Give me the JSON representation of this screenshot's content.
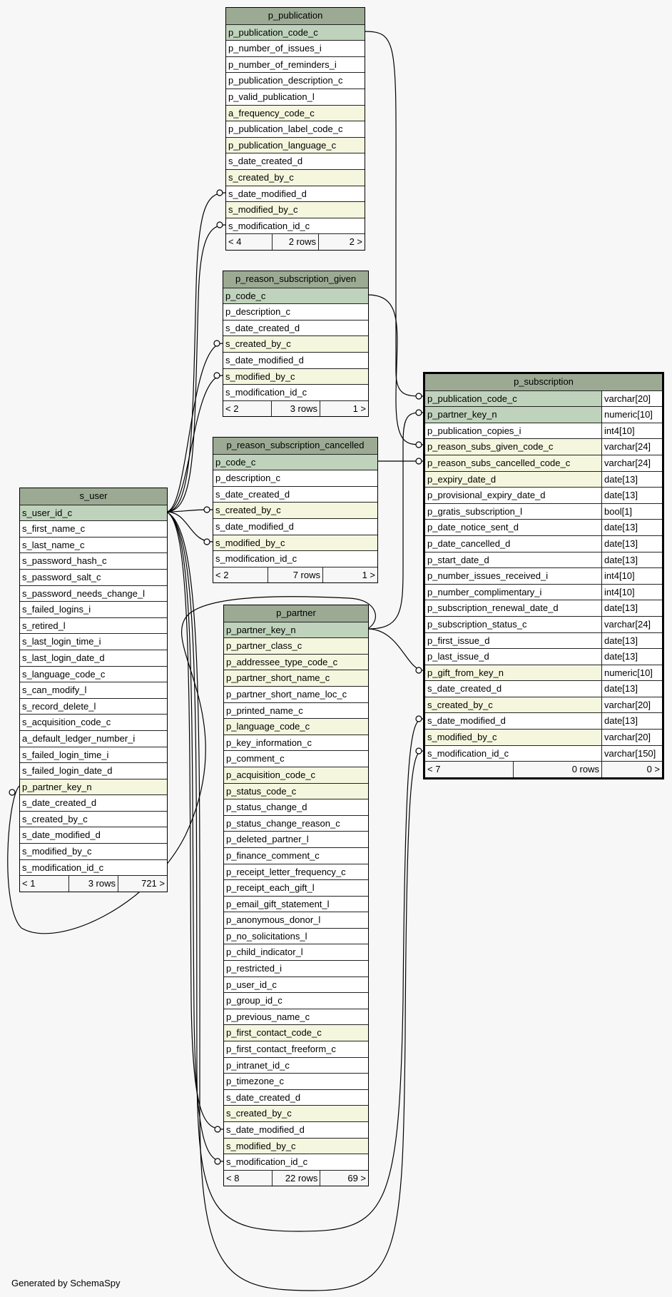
{
  "tables": [
    {
      "name": "p_publication",
      "columns": [
        {
          "name": "p_publication_code_c",
          "kind": "pk"
        },
        {
          "name": "p_number_of_issues_i"
        },
        {
          "name": "p_number_of_reminders_i"
        },
        {
          "name": "p_publication_description_c"
        },
        {
          "name": "p_valid_publication_l"
        },
        {
          "name": "a_frequency_code_c",
          "kind": "fk"
        },
        {
          "name": "p_publication_label_code_c"
        },
        {
          "name": "p_publication_language_c",
          "kind": "fk"
        },
        {
          "name": "s_date_created_d"
        },
        {
          "name": "s_created_by_c",
          "kind": "fk"
        },
        {
          "name": "s_date_modified_d"
        },
        {
          "name": "s_modified_by_c",
          "kind": "fk"
        },
        {
          "name": "s_modification_id_c"
        }
      ],
      "footer": {
        "left": "< 4",
        "mid": "2 rows",
        "right": "2 >"
      }
    },
    {
      "name": "p_reason_subscription_given",
      "columns": [
        {
          "name": "p_code_c",
          "kind": "pk"
        },
        {
          "name": "p_description_c"
        },
        {
          "name": "s_date_created_d"
        },
        {
          "name": "s_created_by_c",
          "kind": "fk"
        },
        {
          "name": "s_date_modified_d"
        },
        {
          "name": "s_modified_by_c",
          "kind": "fk"
        },
        {
          "name": "s_modification_id_c"
        }
      ],
      "footer": {
        "left": "< 2",
        "mid": "3 rows",
        "right": "1 >"
      }
    },
    {
      "name": "p_reason_subscription_cancelled",
      "columns": [
        {
          "name": "p_code_c",
          "kind": "pk"
        },
        {
          "name": "p_description_c"
        },
        {
          "name": "s_date_created_d"
        },
        {
          "name": "s_created_by_c",
          "kind": "fk"
        },
        {
          "name": "s_date_modified_d"
        },
        {
          "name": "s_modified_by_c",
          "kind": "fk"
        },
        {
          "name": "s_modification_id_c"
        }
      ],
      "footer": {
        "left": "< 2",
        "mid": "7 rows",
        "right": "1 >"
      }
    },
    {
      "name": "s_user",
      "columns": [
        {
          "name": "s_user_id_c",
          "kind": "pk"
        },
        {
          "name": "s_first_name_c"
        },
        {
          "name": "s_last_name_c"
        },
        {
          "name": "s_password_hash_c"
        },
        {
          "name": "s_password_salt_c"
        },
        {
          "name": "s_password_needs_change_l"
        },
        {
          "name": "s_failed_logins_i"
        },
        {
          "name": "s_retired_l"
        },
        {
          "name": "s_last_login_time_i"
        },
        {
          "name": "s_last_login_date_d"
        },
        {
          "name": "s_language_code_c"
        },
        {
          "name": "s_can_modify_l"
        },
        {
          "name": "s_record_delete_l"
        },
        {
          "name": "s_acquisition_code_c"
        },
        {
          "name": "a_default_ledger_number_i"
        },
        {
          "name": "s_failed_login_time_i"
        },
        {
          "name": "s_failed_login_date_d"
        },
        {
          "name": "p_partner_key_n",
          "kind": "fk"
        },
        {
          "name": "s_date_created_d"
        },
        {
          "name": "s_created_by_c"
        },
        {
          "name": "s_date_modified_d"
        },
        {
          "name": "s_modified_by_c"
        },
        {
          "name": "s_modification_id_c"
        }
      ],
      "footer": {
        "left": "< 1",
        "mid": "3 rows",
        "right": "721 >"
      }
    },
    {
      "name": "p_partner",
      "columns": [
        {
          "name": "p_partner_key_n",
          "kind": "pk"
        },
        {
          "name": "p_partner_class_c",
          "kind": "fk"
        },
        {
          "name": "p_addressee_type_code_c",
          "kind": "fk"
        },
        {
          "name": "p_partner_short_name_c",
          "kind": "fk"
        },
        {
          "name": "p_partner_short_name_loc_c"
        },
        {
          "name": "p_printed_name_c"
        },
        {
          "name": "p_language_code_c",
          "kind": "fk"
        },
        {
          "name": "p_key_information_c"
        },
        {
          "name": "p_comment_c"
        },
        {
          "name": "p_acquisition_code_c",
          "kind": "fk"
        },
        {
          "name": "p_status_code_c",
          "kind": "fk"
        },
        {
          "name": "p_status_change_d"
        },
        {
          "name": "p_status_change_reason_c"
        },
        {
          "name": "p_deleted_partner_l"
        },
        {
          "name": "p_finance_comment_c"
        },
        {
          "name": "p_receipt_letter_frequency_c"
        },
        {
          "name": "p_receipt_each_gift_l"
        },
        {
          "name": "p_email_gift_statement_l"
        },
        {
          "name": "p_anonymous_donor_l"
        },
        {
          "name": "p_no_solicitations_l"
        },
        {
          "name": "p_child_indicator_l"
        },
        {
          "name": "p_restricted_i"
        },
        {
          "name": "p_user_id_c"
        },
        {
          "name": "p_group_id_c"
        },
        {
          "name": "p_previous_name_c"
        },
        {
          "name": "p_first_contact_code_c",
          "kind": "fk"
        },
        {
          "name": "p_first_contact_freeform_c"
        },
        {
          "name": "p_intranet_id_c"
        },
        {
          "name": "p_timezone_c"
        },
        {
          "name": "s_date_created_d"
        },
        {
          "name": "s_created_by_c",
          "kind": "fk"
        },
        {
          "name": "s_date_modified_d"
        },
        {
          "name": "s_modified_by_c",
          "kind": "fk"
        },
        {
          "name": "s_modification_id_c"
        }
      ],
      "footer": {
        "left": "< 8",
        "mid": "22 rows",
        "right": "69 >"
      }
    },
    {
      "name": "p_subscription",
      "focus": true,
      "columns": [
        {
          "name": "p_publication_code_c",
          "type": "varchar[20]",
          "kind": "pk"
        },
        {
          "name": "p_partner_key_n",
          "type": "numeric[10]",
          "kind": "pk"
        },
        {
          "name": "p_publication_copies_i",
          "type": "int4[10]"
        },
        {
          "name": "p_reason_subs_given_code_c",
          "type": "varchar[24]",
          "kind": "fk"
        },
        {
          "name": "p_reason_subs_cancelled_code_c",
          "type": "varchar[24]",
          "kind": "fk"
        },
        {
          "name": "p_expiry_date_d",
          "type": "date[13]",
          "kind": "fk"
        },
        {
          "name": "p_provisional_expiry_date_d",
          "type": "date[13]"
        },
        {
          "name": "p_gratis_subscription_l",
          "type": "bool[1]"
        },
        {
          "name": "p_date_notice_sent_d",
          "type": "date[13]"
        },
        {
          "name": "p_date_cancelled_d",
          "type": "date[13]"
        },
        {
          "name": "p_start_date_d",
          "type": "date[13]"
        },
        {
          "name": "p_number_issues_received_i",
          "type": "int4[10]"
        },
        {
          "name": "p_number_complimentary_i",
          "type": "int4[10]"
        },
        {
          "name": "p_subscription_renewal_date_d",
          "type": "date[13]"
        },
        {
          "name": "p_subscription_status_c",
          "type": "varchar[24]"
        },
        {
          "name": "p_first_issue_d",
          "type": "date[13]"
        },
        {
          "name": "p_last_issue_d",
          "type": "date[13]"
        },
        {
          "name": "p_gift_from_key_n",
          "type": "numeric[10]",
          "kind": "fk"
        },
        {
          "name": "s_date_created_d",
          "type": "date[13]"
        },
        {
          "name": "s_created_by_c",
          "type": "varchar[20]",
          "kind": "fk"
        },
        {
          "name": "s_date_modified_d",
          "type": "date[13]"
        },
        {
          "name": "s_modified_by_c",
          "type": "varchar[20]",
          "kind": "fk"
        },
        {
          "name": "s_modification_id_c",
          "type": "varchar[150]"
        }
      ],
      "footer": {
        "left": "< 7",
        "mid": "0 rows",
        "right": "0 >"
      }
    }
  ],
  "generated_by": "Generated by SchemaSpy"
}
